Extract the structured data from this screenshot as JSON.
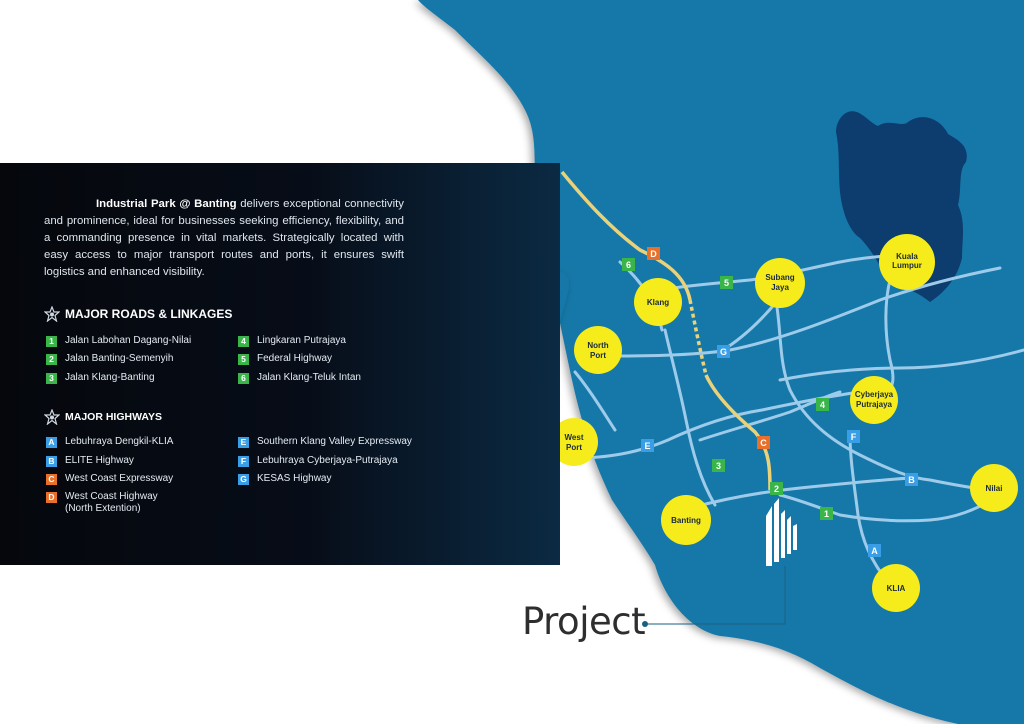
{
  "intro": {
    "bold": "Industrial Park @ Banting",
    "rest": " delivers exceptional connectivity and prominence, ideal for businesses seeking efficiency, flexibility, and a commanding presence in vital markets. Strategically located with easy access to major transport routes and ports, it ensures swift logistics and enhanced visibility."
  },
  "roads_title": "MAJOR ROADS & LINKAGES",
  "highways_title": "MAJOR HIGHWAYS",
  "roads": [
    {
      "code": "1",
      "label": "Jalan Labohan Dagang-Nilai"
    },
    {
      "code": "2",
      "label": "Jalan Banting-Semenyih"
    },
    {
      "code": "3",
      "label": "Jalan Klang-Banting"
    },
    {
      "code": "4",
      "label": "Lingkaran Putrajaya"
    },
    {
      "code": "5",
      "label": "Federal Highway"
    },
    {
      "code": "6",
      "label": "Jalan Klang-Teluk Intan"
    }
  ],
  "highways": [
    {
      "code": "A",
      "label": "Lebuhraya Dengkil-KLIA",
      "color": "#3a9ee6"
    },
    {
      "code": "B",
      "label": "ELITE Highway",
      "color": "#3a9ee6"
    },
    {
      "code": "C",
      "label": "West Coast Expressway",
      "color": "#e8702a"
    },
    {
      "code": "D",
      "label": "West Coast Highway (North Extention)",
      "color": "#e8702a"
    },
    {
      "code": "E",
      "label": "Southern Klang Valley Expressway",
      "color": "#3a9ee6"
    },
    {
      "code": "F",
      "label": "Lebuhraya Cyberjaya-Putrajaya",
      "color": "#3a9ee6"
    },
    {
      "code": "G",
      "label": "KESAS Highway",
      "color": "#3a9ee6"
    }
  ],
  "colors": {
    "sea_land": "#1478a8",
    "kl": "#0d3c6e",
    "road": "#9ecbea",
    "highway_yellow": "#e9d27a",
    "town": "#f6ec1c",
    "road_badge": "#3ab54a",
    "hw_blue": "#3a9ee6",
    "hw_orange": "#e8702a"
  },
  "towns": [
    {
      "name": "Kuala Lumpur"
    },
    {
      "name": "Subang Jaya"
    },
    {
      "name": "Klang"
    },
    {
      "name": "North Port"
    },
    {
      "name": "Cyberjaya Putrajaya"
    },
    {
      "name": "West Port"
    },
    {
      "name": "Nilai"
    },
    {
      "name": "Banting"
    },
    {
      "name": "KLIA"
    }
  ],
  "project_label": "Project"
}
